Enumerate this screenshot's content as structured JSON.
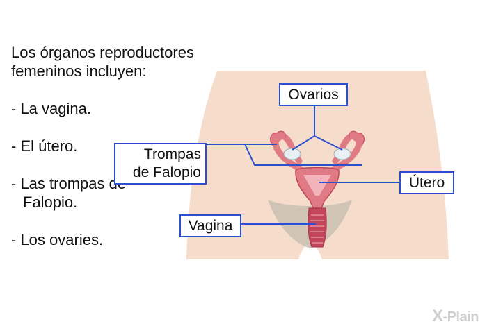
{
  "intro": "Los órganos reproductores femeninos incluyen:",
  "bullets": {
    "b1": "- La vagina.",
    "b2": "- El útero.",
    "b3_line1": "- Las trompas de",
    "b3_line2": "Falopio.",
    "b4": "- Los ovaries."
  },
  "labels": {
    "ovarios": "Ovarios",
    "trompas_line1": "Trompas",
    "trompas_line2": "de Falopio",
    "utero": "Útero",
    "vagina": "Vagina"
  },
  "logo": {
    "x": "X",
    "text": "-Plain"
  },
  "colors": {
    "skin": "#f6dccb",
    "organ": "#e07b86",
    "organ_dark": "#c2455a",
    "ovary": "#e8f0f4",
    "label_border": "#2a4fd0",
    "pubic_area": "#c9bfb3"
  }
}
